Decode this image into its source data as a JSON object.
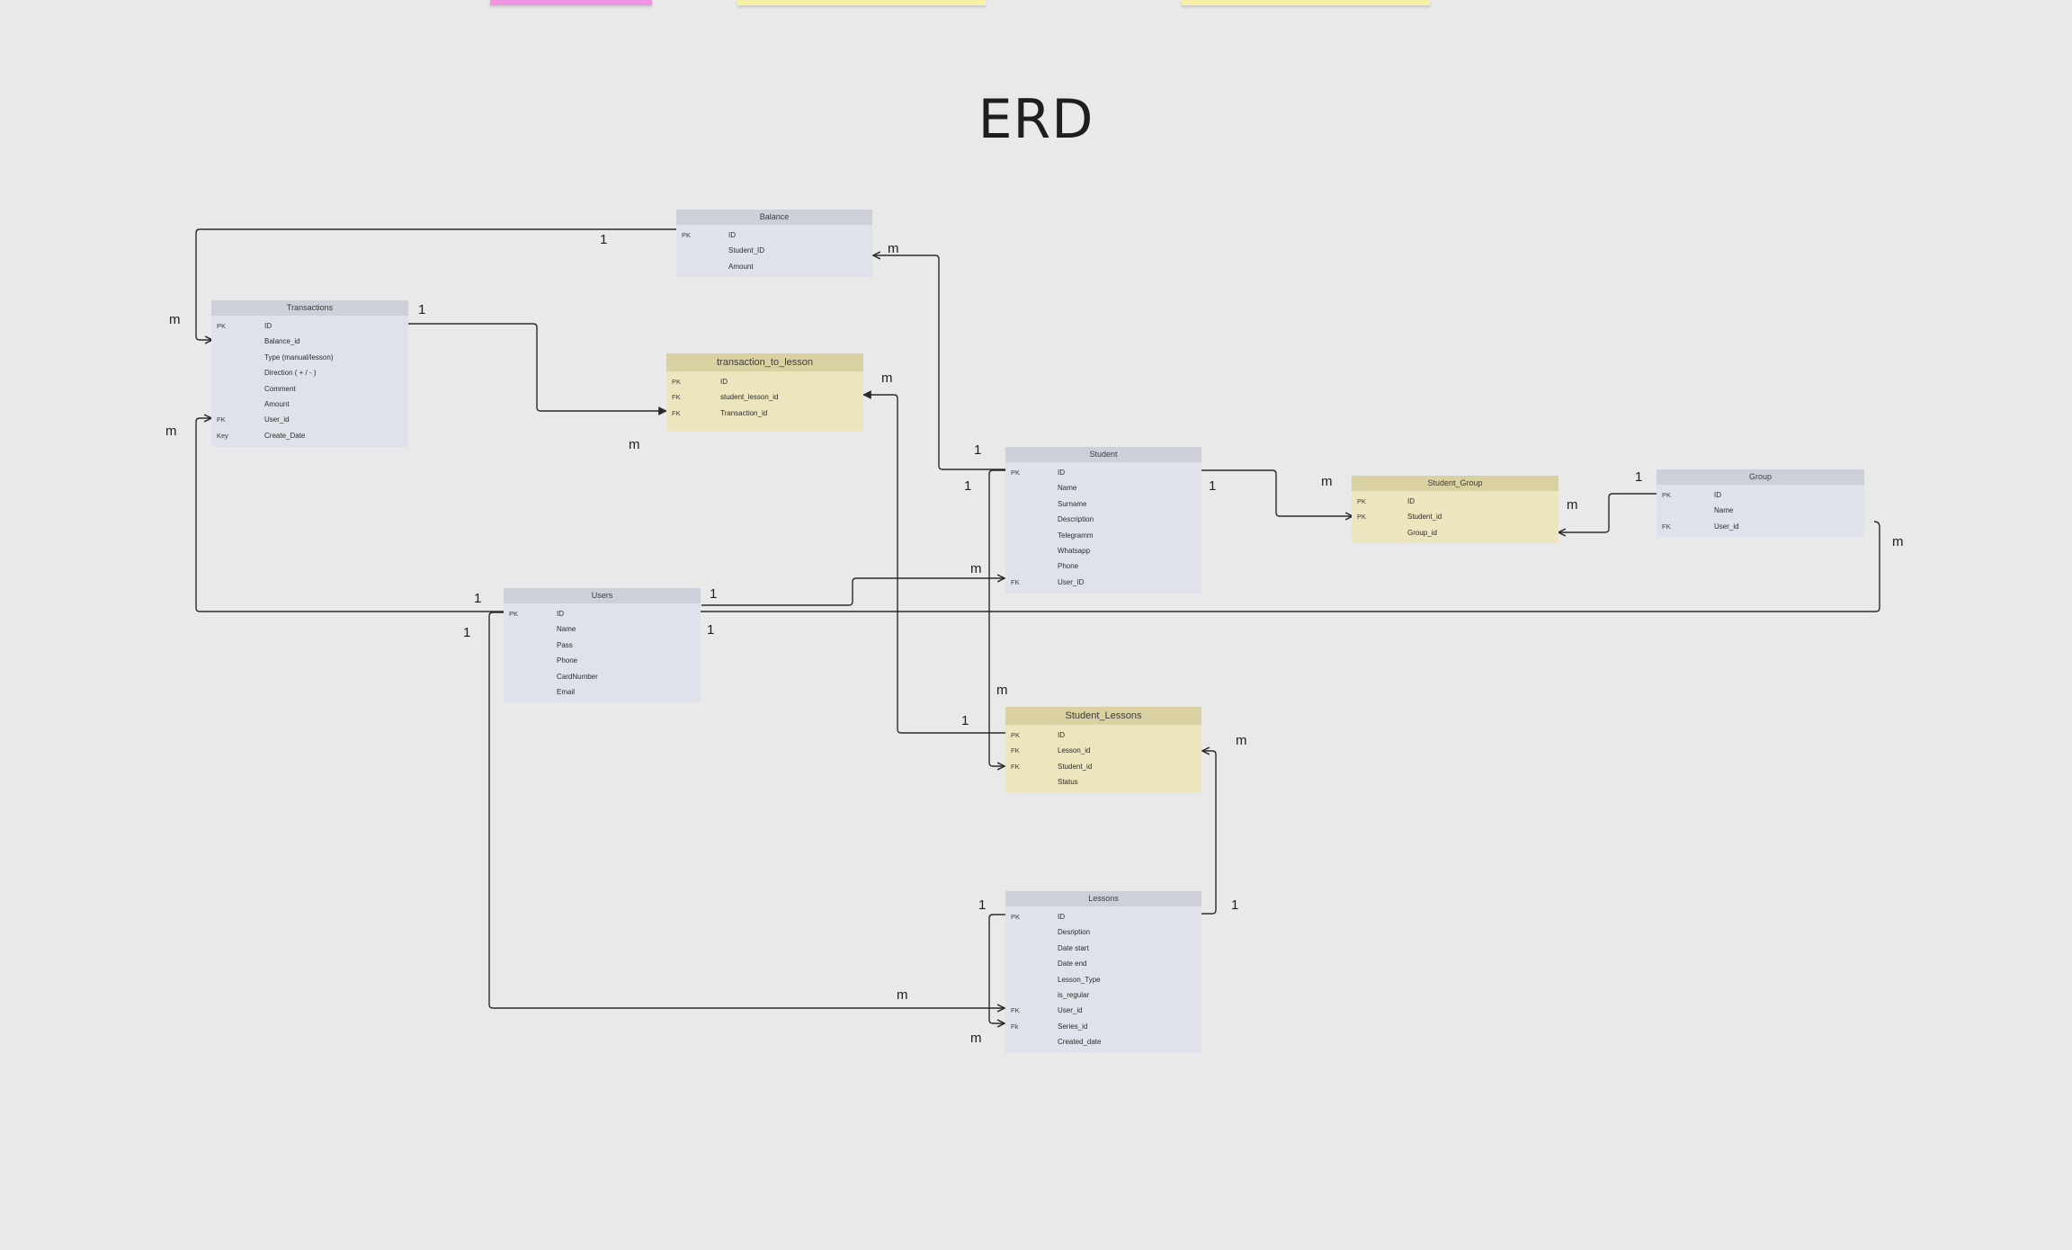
{
  "title": "ERD",
  "entities": {
    "balance": {
      "name": "Balance",
      "rows": [
        {
          "key": "PK",
          "field": "ID"
        },
        {
          "key": "",
          "field": "Student_ID"
        },
        {
          "key": "",
          "field": "Amount"
        }
      ]
    },
    "transactions": {
      "name": "Transactions",
      "rows": [
        {
          "key": "PK",
          "field": "ID"
        },
        {
          "key": "",
          "field": "Balance_id"
        },
        {
          "key": "",
          "field": "Type (manual/lesson)"
        },
        {
          "key": "",
          "field": "Direction ( + / - )"
        },
        {
          "key": "",
          "field": "Comment"
        },
        {
          "key": "",
          "field": "Amount"
        },
        {
          "key": "FK",
          "field": "User_id"
        },
        {
          "key": "Key",
          "field": "Create_Date"
        }
      ]
    },
    "transaction_to_lesson": {
      "name": "transaction_to_lesson",
      "rows": [
        {
          "key": "PK",
          "field": "ID"
        },
        {
          "key": "FK",
          "field": "student_lesson_id"
        },
        {
          "key": "FK",
          "field": "Transaction_id"
        }
      ]
    },
    "student": {
      "name": "Student",
      "rows": [
        {
          "key": "PK",
          "field": "ID"
        },
        {
          "key": "",
          "field": "Name"
        },
        {
          "key": "",
          "field": "Surname"
        },
        {
          "key": "",
          "field": "Description"
        },
        {
          "key": "",
          "field": "Telegramm"
        },
        {
          "key": "",
          "field": "Whatsapp"
        },
        {
          "key": "",
          "field": "Phone"
        },
        {
          "key": "FK",
          "field": "User_ID"
        }
      ]
    },
    "student_group": {
      "name": "Student_Group",
      "rows": [
        {
          "key": "PK",
          "field": "ID"
        },
        {
          "key": "PK",
          "field": "Student_id"
        },
        {
          "key": "",
          "field": "Group_id"
        }
      ]
    },
    "group": {
      "name": "Group",
      "rows": [
        {
          "key": "PK",
          "field": "ID"
        },
        {
          "key": "",
          "field": "Name"
        },
        {
          "key": "FK",
          "field": "User_id"
        }
      ]
    },
    "users": {
      "name": "Users",
      "rows": [
        {
          "key": "PK",
          "field": "ID"
        },
        {
          "key": "",
          "field": "Name"
        },
        {
          "key": "",
          "field": "Pass"
        },
        {
          "key": "",
          "field": "Phone"
        },
        {
          "key": "",
          "field": "CardNumber"
        },
        {
          "key": "",
          "field": "Email"
        }
      ]
    },
    "student_lessons": {
      "name": "Student_Lessons",
      "rows": [
        {
          "key": "PK",
          "field": "ID"
        },
        {
          "key": "FK",
          "field": "Lesson_id"
        },
        {
          "key": "FK",
          "field": "Student_id"
        },
        {
          "key": "",
          "field": "Status"
        }
      ]
    },
    "lessons": {
      "name": "Lessons",
      "rows": [
        {
          "key": "PK",
          "field": "ID"
        },
        {
          "key": "",
          "field": "Desription"
        },
        {
          "key": "",
          "field": "Date start"
        },
        {
          "key": "",
          "field": "Date end"
        },
        {
          "key": "",
          "field": "Lesson_Type"
        },
        {
          "key": "",
          "field": "is_regular"
        },
        {
          "key": "FK",
          "field": "User_id"
        },
        {
          "key": "Fk",
          "field": "Series_id"
        },
        {
          "key": "",
          "field": "Created_date"
        }
      ]
    }
  },
  "cardinalities": [
    {
      "id": "bal-trans-1",
      "text": "1"
    },
    {
      "id": "bal-trans-m",
      "text": "m"
    },
    {
      "id": "bal-student-m",
      "text": "m"
    },
    {
      "id": "bal-student-1",
      "text": "1"
    },
    {
      "id": "trans-ttl-1",
      "text": "1"
    },
    {
      "id": "trans-ttl-m",
      "text": "m"
    },
    {
      "id": "trans-user-m",
      "text": "m"
    },
    {
      "id": "ttl-sl-m",
      "text": "m"
    },
    {
      "id": "ttl-sl-1",
      "text": "1"
    },
    {
      "id": "student-sl-1",
      "text": "1"
    },
    {
      "id": "student-sl-m",
      "text": "m"
    },
    {
      "id": "student-sg-1",
      "text": "1"
    },
    {
      "id": "student-sg-m",
      "text": "m"
    },
    {
      "id": "group-sg-1",
      "text": "1"
    },
    {
      "id": "group-sg-m",
      "text": "m"
    },
    {
      "id": "users-student-1",
      "text": "1"
    },
    {
      "id": "users-student-m",
      "text": "m"
    },
    {
      "id": "users-trans-1",
      "text": "1"
    },
    {
      "id": "users-group-1",
      "text": "1"
    },
    {
      "id": "users-group-m",
      "text": "m"
    },
    {
      "id": "users-lessons-1",
      "text": "1"
    },
    {
      "id": "users-lessons-m",
      "text": "m"
    },
    {
      "id": "lessons-sl-1",
      "text": "1"
    },
    {
      "id": "lessons-sl-m",
      "text": "m"
    },
    {
      "id": "lessons-self-1",
      "text": "1"
    },
    {
      "id": "lessons-self-m",
      "text": "m"
    }
  ],
  "colors": {
    "background": "#e9e9e9",
    "table_header_gray": "#cdd0d8",
    "table_body_gray": "#dfe2ea",
    "table_header_yellow": "#d9d1a1",
    "table_body_yellow": "#ece5bd",
    "sticky_pink": "#ef93e3",
    "sticky_yellow": "#f6f1a6",
    "line": "#2a2a2a"
  }
}
